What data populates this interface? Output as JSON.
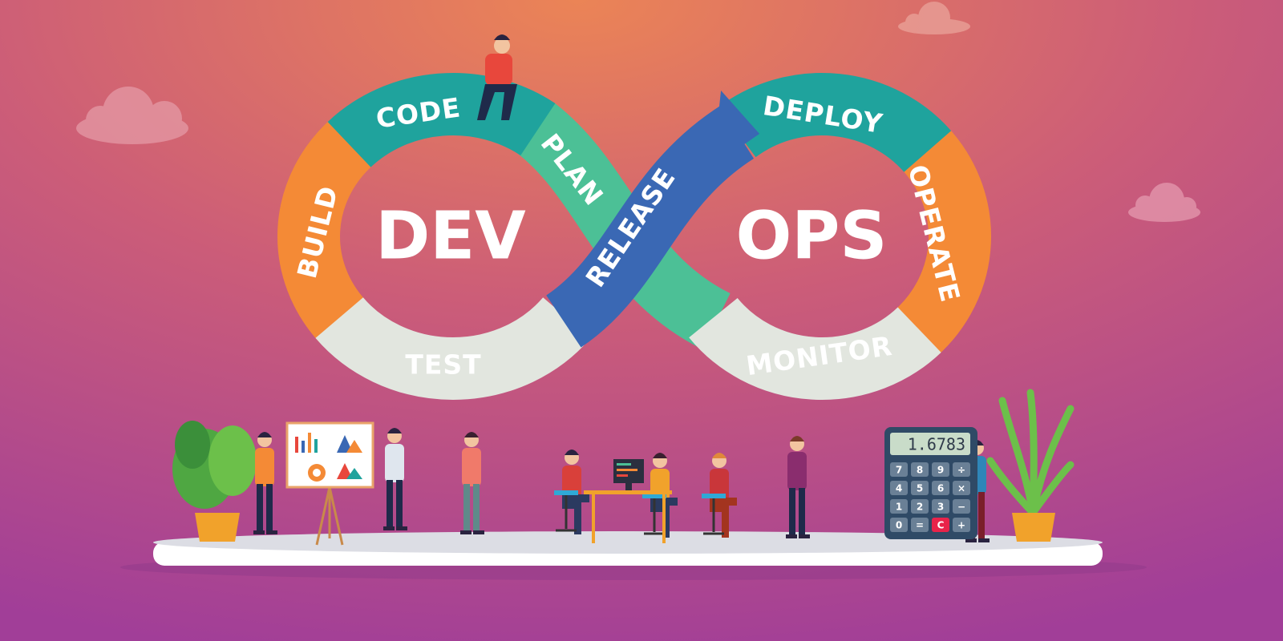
{
  "diagram": {
    "left_loop_title": "DEV",
    "right_loop_title": "OPS",
    "stages": {
      "code": "CODE",
      "build": "BUILD",
      "test": "TEST",
      "plan": "PLAN",
      "release": "RELEASE",
      "deploy": "DEPLOY",
      "operate": "OPERATE",
      "monitor": "MONITOR"
    }
  },
  "calculator": {
    "display": "1.6783",
    "keys": [
      "7",
      "8",
      "9",
      "÷",
      "4",
      "5",
      "6",
      "×",
      "1",
      "2",
      "3",
      "−",
      "0",
      "=",
      "C",
      "+"
    ]
  },
  "colors": {
    "teal": "#1fa39d",
    "green": "#4cc096",
    "blue": "#3a68b4",
    "orange": "#f48a36",
    "light": "#e2e6df",
    "bg_top": "#e8805a",
    "bg_bottom": "#a23e98"
  }
}
